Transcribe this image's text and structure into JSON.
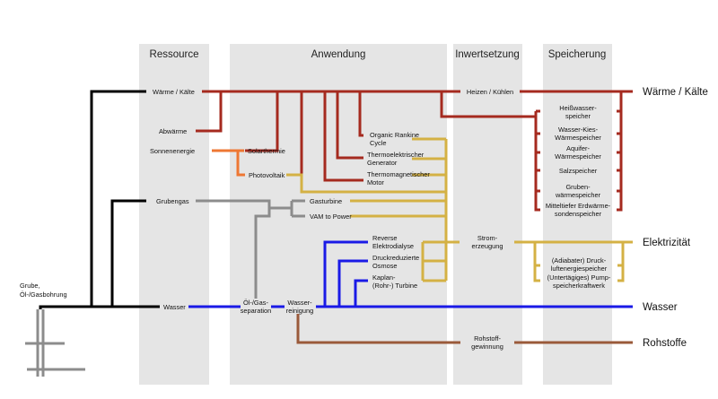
{
  "colors": {
    "column_bg": "#e5e5e5",
    "heat": "#a52a1f",
    "solar": "#ee7733",
    "electric": "#d4b144",
    "water": "#1a1ae6",
    "mine_gas": "#8c8c8c",
    "raw": "#9a5a3a",
    "mine": "#000000"
  },
  "columns": {
    "ressource": "Ressource",
    "anwendung": "Anwendung",
    "inwertsetzung": "Inwertsetzung",
    "speicherung": "Speicherung"
  },
  "source": {
    "line1": "Grube,",
    "line2": "Öl-/Gasbohrung"
  },
  "resources": {
    "waerme": "Wärme / Kälte",
    "abwaerme": "Abwärme",
    "sonnenenergie": "Sonnenenergie",
    "grubengas": "Grubengas",
    "wasser": "Wasser"
  },
  "applications": {
    "solarthermie": "Solarthermie",
    "photovoltaik": "Photovoltaik",
    "orc_1": "Organic Rankine",
    "orc_2": "Cycle",
    "teg_1": "Thermoelektrischer",
    "teg_2": "Generator",
    "tmm_1": "Thermomagnetischer",
    "tmm_2": "Motor",
    "gasturbine": "Gasturbine",
    "vam": "VAM to Power",
    "red_1": "Reverse",
    "red_2": "Elektrodialyse",
    "pro_1": "Druckreduzierte",
    "pro_2": "Osmose",
    "kap_1": "Kaplan-",
    "kap_2": "(Rohr-) Turbine",
    "oel_1": "Öl-/Gas-",
    "oel_2": "separation",
    "wr_1": "Wasser-",
    "wr_2": "reinigung"
  },
  "valorization": {
    "heizen": "Heizen / Kühlen",
    "strom_1": "Strom-",
    "strom_2": "erzeugung",
    "rohstoff_1": "Rohstoff-",
    "rohstoff_2": "gewinnung"
  },
  "storage": {
    "heisswasser_1": "Heißwasser-",
    "heisswasser_2": "speicher",
    "kies_1": "Wasser-Kies-",
    "kies_2": "Wärmespeicher",
    "aquifer_1": "Aquifer-",
    "aquifer_2": "Wärmespeicher",
    "salz": "Salzspeicher",
    "gruben_1": "Gruben-",
    "gruben_2": "wärmespeicher",
    "erdwaerme_1": "Mitteltiefer Erdwärme-",
    "erdwaerme_2": "sondenspeicher",
    "druckluft_1": "(Adiabater) Druck-",
    "druckluft_2": "luftenergiespeicher",
    "pump_1": "(Untertägiges) Pump-",
    "pump_2": "speicherkraftwerk"
  },
  "outputs": {
    "waerme": "Wärme / Kälte",
    "elektrizitaet": "Elektrizität",
    "wasser": "Wasser",
    "rohstoffe": "Rohstoffe"
  }
}
